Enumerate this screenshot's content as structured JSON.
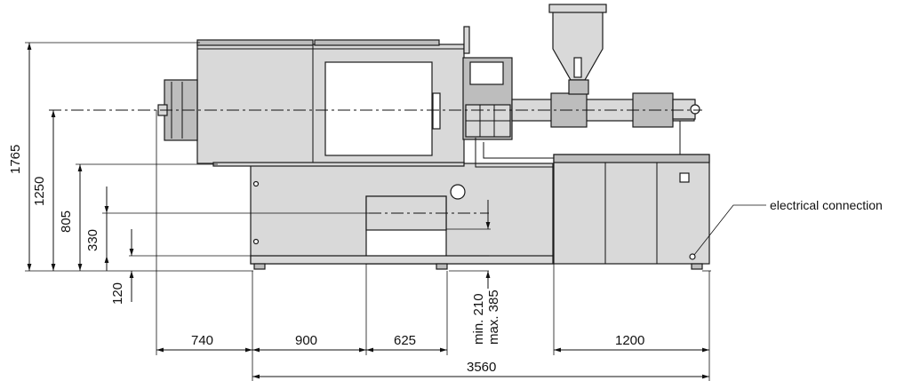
{
  "dimensions": {
    "vertical": {
      "height_total": "1765",
      "axis_height": "1250",
      "mould_area_height": "805",
      "pit_height": "330",
      "foot_height": "120"
    },
    "horizontal": {
      "clamp_overhang": "740",
      "platen_span": "900",
      "pit_width": "625",
      "unit_length": "1200",
      "total_length": "3560"
    },
    "adjustable_range": {
      "min": "min. 210",
      "max": "max. 385"
    }
  },
  "annotations": {
    "electrical_connection": "electrical connection"
  },
  "colors": {
    "machine_fill": "#d9d9d9",
    "machine_dark": "#bdbdbd",
    "line": "#111111"
  }
}
